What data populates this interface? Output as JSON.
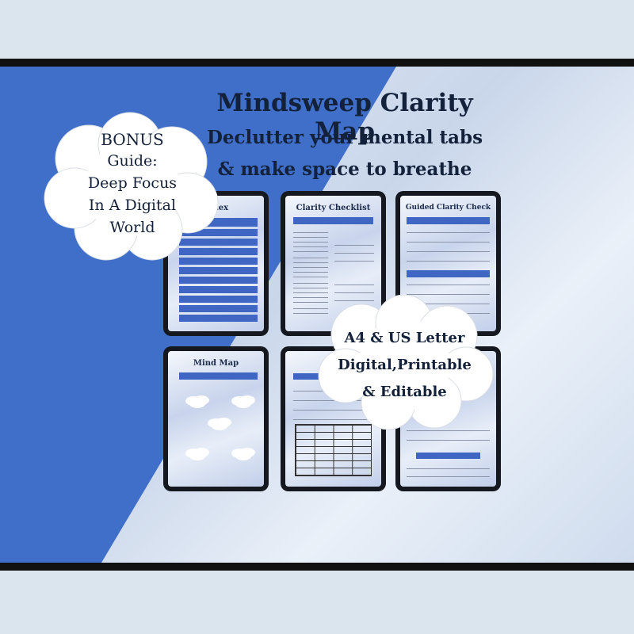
{
  "title": "Mindsweep Clarity Map",
  "subtitle_line1": "Declutter your mental tabs",
  "subtitle_line2": "& make space to breathe",
  "bonus_cloud": {
    "line1": "BONUS",
    "line2": "Guide:",
    "line3": "Deep Focus",
    "line4": "In A Digital",
    "line5": "World"
  },
  "format_cloud": {
    "line1": "A4 & US Letter",
    "line2": "Digital,Printable",
    "line3": "& Editable"
  },
  "pages": {
    "index": "Index",
    "checklist": "Clarity Checklist",
    "guided": "Guided Clarity Check",
    "mindmap": "Mind Map"
  }
}
